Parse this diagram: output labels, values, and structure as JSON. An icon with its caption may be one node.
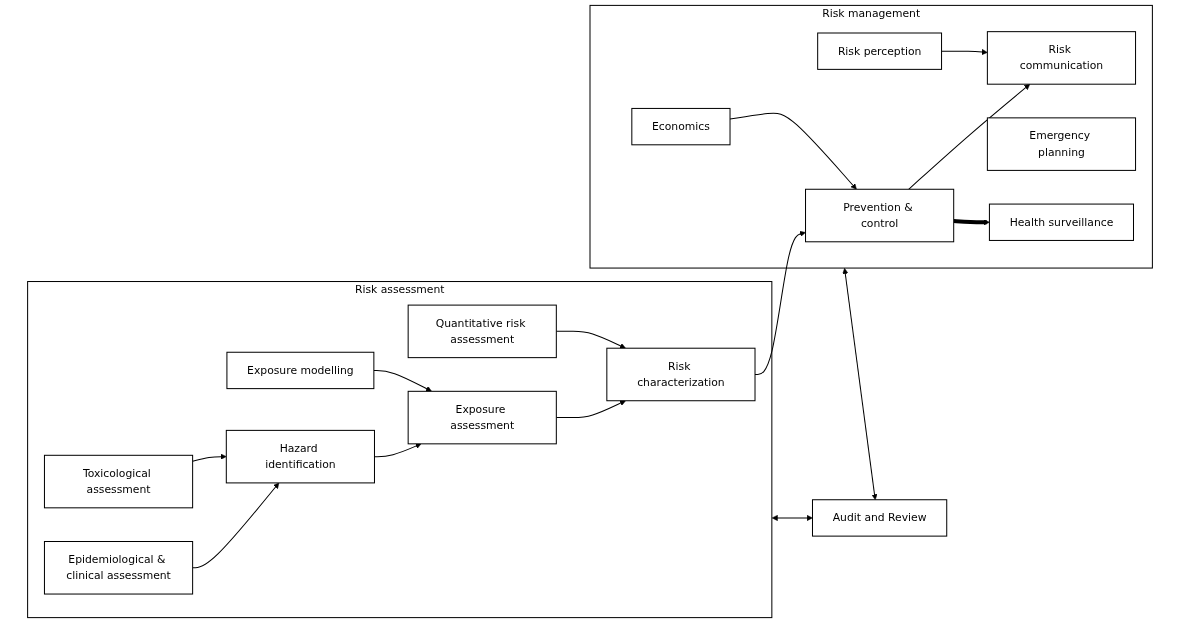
{
  "diagram": {
    "nodes": [
      {
        "text": [
          "Risk assessment"
        ]
      },
      {
        "text": [
          "Toxicological assessment"
        ],
        "in": 0
      },
      {
        "text": [
          "Exposure modelling"
        ],
        "in": 0
      },
      {
        "text": [
          "Quantitative risk assessment"
        ],
        "in": 0
      },
      {
        "text": [
          "Hazard identification"
        ],
        "in": 0
      },
      {
        "text": [
          "Exposure assessment"
        ],
        "in": 0
      },
      {
        "text": [
          "Risk characterization"
        ],
        "in": 0
      },
      {
        "text": [
          "Epidemiological & clinical assessment"
        ],
        "in": 0
      },
      {
        "text": [
          "Risk management"
        ]
      },
      {
        "text": [
          "Economics"
        ],
        "in": 8
      },
      {
        "text": [
          "Risk perception"
        ],
        "in": 8
      },
      {
        "text": [
          "Prevention & control"
        ],
        "in": 8
      },
      {
        "text": [
          "Risk communication"
        ],
        "in": 8
      },
      {
        "text": [
          "Emergency planning"
        ],
        "in": 8
      },
      {
        "text": [
          "Health surveillance"
        ],
        "in": 8
      },
      {
        "text": [
          "Audit and Review"
        ]
      }
    ],
    "edges": [
      {
        "from": 1,
        "to": 4,
        "arrow": "to"
      },
      {
        "from": 2,
        "to": 5,
        "arrow": "to"
      },
      {
        "from": 3,
        "to": 6,
        "arrow": "to"
      },
      {
        "from": 7,
        "to": 4,
        "arrow": "to"
      },
      {
        "from": 4,
        "to": 5,
        "arrow": "to"
      },
      {
        "from": 5,
        "to": 6,
        "arrow": "to"
      },
      {
        "from": 6,
        "to": 11,
        "arrow": "to"
      },
      {
        "from": 9,
        "to": 11,
        "arrow": "to"
      },
      {
        "from": 10,
        "to": 12,
        "arrow": "to"
      },
      {
        "from": 11,
        "to": 12,
        "arrow": "to"
      },
      {
        "from": 11,
        "to": 14,
        "arrow": "to",
        "style": "thick"
      },
      {
        "from": 0,
        "to": 15,
        "arrow": "both"
      },
      {
        "from": 8,
        "to": 15,
        "arrow": "both"
      }
    ]
  }
}
